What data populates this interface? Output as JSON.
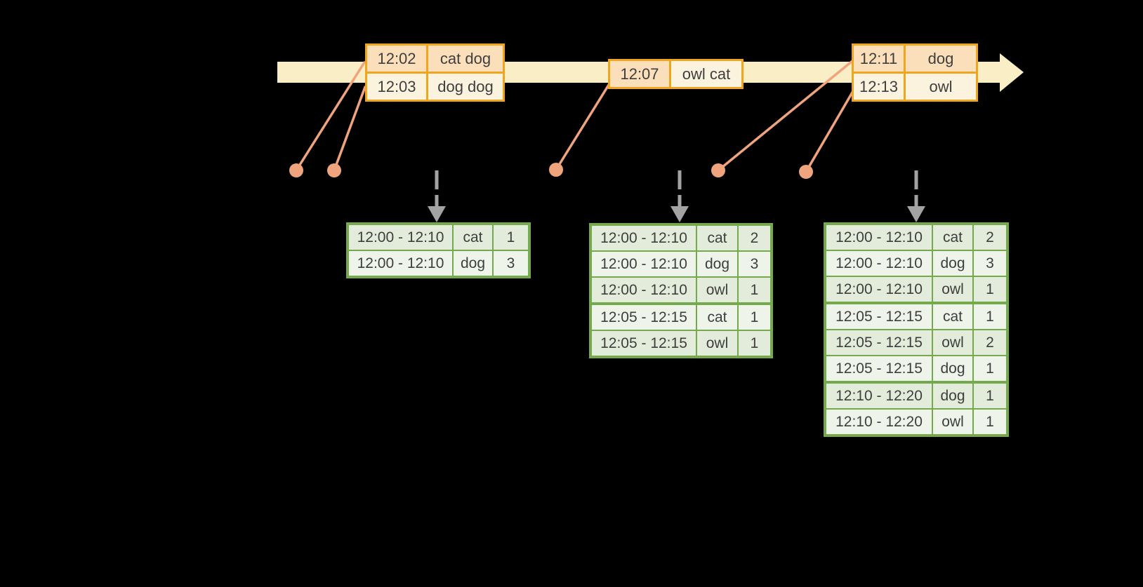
{
  "colors": {
    "background": "#000000",
    "timeline_fill": "#faeec6",
    "event_border": "#f0a51e",
    "event_row_peach": "#fbdfbb",
    "event_row_cream": "#fcf3df",
    "connector_salmon": "#f0a47d",
    "result_border": "#74aa4c",
    "result_row_dark": "#e3ecda",
    "result_row_light": "#eff4ea",
    "trigger_arrow_gray": "#a3a3a3",
    "text": "#3e3e3e"
  },
  "icons": {
    "timeline_arrow": "right-arrow",
    "trigger_arrow": "dashed-down-arrow",
    "event_marker": "dot"
  },
  "event_tables": [
    {
      "rows": [
        [
          "12:02",
          "cat dog"
        ],
        [
          "12:03",
          "dog dog"
        ]
      ]
    },
    {
      "rows": [
        [
          "12:07",
          "owl cat"
        ]
      ]
    },
    {
      "rows": [
        [
          "12:11",
          "dog"
        ],
        [
          "12:13",
          "owl"
        ]
      ]
    }
  ],
  "result_tables": [
    {
      "rows": [
        [
          "12:00 - 12:10",
          "cat",
          "1"
        ],
        [
          "12:00 - 12:10",
          "dog",
          "3"
        ]
      ]
    },
    {
      "rows": [
        [
          "12:00 - 12:10",
          "cat",
          "2"
        ],
        [
          "12:00 - 12:10",
          "dog",
          "3"
        ],
        [
          "12:00 - 12:10",
          "owl",
          "1"
        ],
        [
          "12:05 - 12:15",
          "cat",
          "1"
        ],
        [
          "12:05 - 12:15",
          "owl",
          "1"
        ]
      ]
    },
    {
      "rows": [
        [
          "12:00 - 12:10",
          "cat",
          "2"
        ],
        [
          "12:00 - 12:10",
          "dog",
          "3"
        ],
        [
          "12:00 - 12:10",
          "owl",
          "1"
        ],
        [
          "12:05 - 12:15",
          "cat",
          "1"
        ],
        [
          "12:05 - 12:15",
          "owl",
          "2"
        ],
        [
          "12:05 - 12:15",
          "dog",
          "1"
        ],
        [
          "12:10 - 12:20",
          "dog",
          "1"
        ],
        [
          "12:10 - 12:20",
          "owl",
          "1"
        ]
      ]
    }
  ]
}
